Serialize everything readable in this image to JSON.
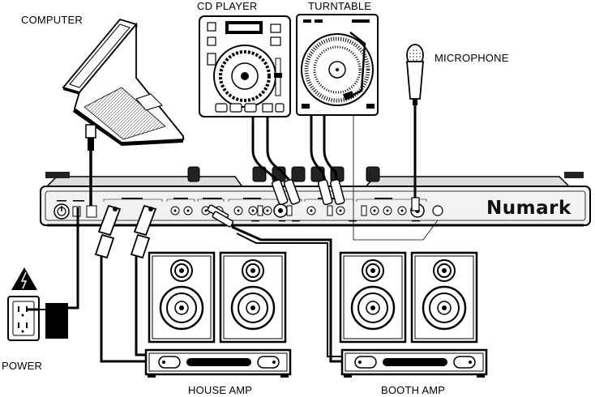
{
  "labels": {
    "computer": "COMPUTER",
    "cd_player": "CD PLAYER",
    "turntable": "TURNTABLE",
    "microphone": "MICROPHONE",
    "power": "POWER",
    "house_amp": "HOUSE AMP",
    "booth_amp": "BOOTH AMP"
  },
  "controller": {
    "brand": "Numark"
  },
  "icons": [
    "laptop-icon",
    "cd-player-icon",
    "turntable-icon",
    "microphone-icon",
    "power-outlet-icon",
    "power-adapter-icon",
    "speaker-icon",
    "amplifier-icon",
    "high-voltage-warning-icon"
  ],
  "colors": {
    "line": "#000000",
    "panel": "#f2f2f2",
    "background": "#ffffff"
  }
}
